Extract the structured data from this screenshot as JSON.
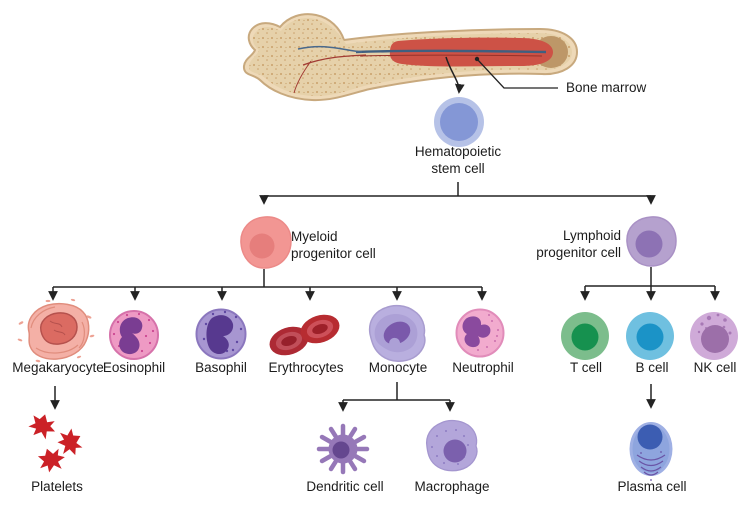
{
  "labels": {
    "bone_marrow": "Bone marrow",
    "hsc1": "Hematopoietic",
    "hsc2": "stem cell",
    "myeloid1": "Myeloid",
    "myeloid2": "progenitor cell",
    "lymphoid1": "Lymphoid",
    "lymphoid2": "progenitor cell",
    "megakaryocyte": "Megakaryocyte",
    "eosinophil": "Eosinophil",
    "basophil": "Basophil",
    "erythrocytes": "Erythrocytes",
    "monocyte": "Monocyte",
    "neutrophil": "Neutrophil",
    "t_cell": "T cell",
    "b_cell": "B cell",
    "nk_cell": "NK cell",
    "platelets": "Platelets",
    "dendritic_cell": "Dendritic cell",
    "macrophage": "Macrophage",
    "plasma_cell": "Plasma cell"
  },
  "hierarchy": {
    "source": "Bone marrow",
    "root": "Hematopoietic stem cell",
    "branches": [
      {
        "name": "Myeloid progenitor cell",
        "children": [
          "Megakaryocyte",
          "Eosinophil",
          "Basophil",
          "Erythrocytes",
          "Monocyte",
          "Neutrophil"
        ]
      },
      {
        "name": "Lymphoid progenitor cell",
        "children": [
          "T cell",
          "B cell",
          "NK cell"
        ]
      }
    ],
    "secondary": [
      {
        "parent": "Megakaryocyte",
        "children": [
          "Platelets"
        ]
      },
      {
        "parent": "Monocyte",
        "children": [
          "Dendritic cell",
          "Macrophage"
        ]
      },
      {
        "parent": "B cell",
        "children": [
          "Plasma cell"
        ]
      }
    ]
  },
  "colors": {
    "line": "#232323",
    "bone_cortex": "#eed9b8",
    "bone_spongy": "#e6d1aa",
    "bone_marrow_red": "#cd5246",
    "stem_cell_outer": "#b6c2e7",
    "stem_cell_inner": "#8497d6",
    "myeloid_outer": "#f29693",
    "myeloid_inner": "#e67e7c",
    "lymphoid_outer": "#b5a1ce",
    "lymphoid_inner": "#8d72b4",
    "megakaryocyte_body": "#f4b0a6",
    "megakaryocyte_nucleus": "#db6b62",
    "eosinophil_body": "#ee9ac4",
    "eosinophil_nucleus": "#7a3d92",
    "basophil_body": "#a796d1",
    "basophil_nucleus": "#57398f",
    "erythrocyte": "#b12c36",
    "monocyte_body": "#b9afdf",
    "monocyte_nucleus": "#7a59ab",
    "neutrophil_body": "#f2abce",
    "neutrophil_nucleus": "#8a4a9e",
    "t_cell_outer": "#7cbd8c",
    "t_cell_inner": "#16914f",
    "b_cell_outer": "#6fc0e0",
    "b_cell_inner": "#1b93c7",
    "nk_cell_outer": "#cfaad8",
    "nk_cell_inner": "#9c6fa9",
    "platelet": "#cb2127",
    "dendritic": "#9678b8",
    "macrophage_body": "#b3a6da",
    "plasma_body": "#9fb0e4",
    "plasma_nucleus": "#3c5db2"
  }
}
